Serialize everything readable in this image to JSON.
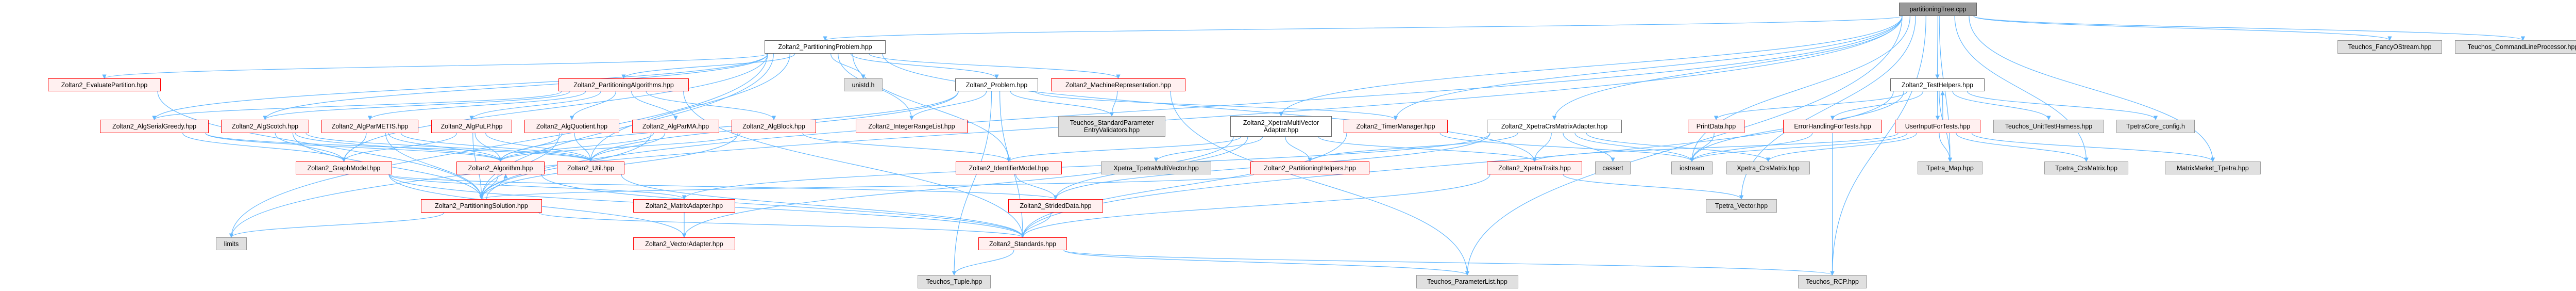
{
  "colors": {
    "edge": "#63B8FF",
    "red_fill": "#FFF0F0",
    "red_border": "#FF0000",
    "gray_fill": "#E0E0E0",
    "root_fill": "#999999"
  },
  "graph": {
    "nodes": [
      {
        "id": "root",
        "label": "partitioningTree.cpp",
        "kind": "root"
      },
      {
        "id": "pp",
        "label": "Zoltan2_PartitioningProblem.hpp",
        "kind": "white"
      },
      {
        "id": "fancy",
        "label": "Teuchos_FancyOStream.hpp",
        "kind": "gray"
      },
      {
        "id": "clp",
        "label": "Teuchos_CommandLineProcessor.hpp",
        "kind": "gray"
      },
      {
        "id": "eval",
        "label": "Zoltan2_EvaluatePartition.hpp",
        "kind": "red"
      },
      {
        "id": "palg",
        "label": "Zoltan2_PartitioningAlgorithms.hpp",
        "kind": "red"
      },
      {
        "id": "unistd",
        "label": "unistd.h",
        "kind": "gray"
      },
      {
        "id": "problem",
        "label": "Zoltan2_Problem.hpp",
        "kind": "white"
      },
      {
        "id": "machine",
        "label": "Zoltan2_MachineRepresentation.hpp",
        "kind": "red"
      },
      {
        "id": "testhelpers",
        "label": "Zoltan2_TestHelpers.hpp",
        "kind": "white"
      },
      {
        "id": "greedy",
        "label": "Zoltan2_AlgSerialGreedy.hpp",
        "kind": "red"
      },
      {
        "id": "scotch",
        "label": "Zoltan2_AlgScotch.hpp",
        "kind": "red"
      },
      {
        "id": "parmetis",
        "label": "Zoltan2_AlgParMETIS.hpp",
        "kind": "red"
      },
      {
        "id": "pulp",
        "label": "Zoltan2_AlgPuLP.hpp",
        "kind": "red"
      },
      {
        "id": "quotient",
        "label": "Zoltan2_AlgQuotient.hpp",
        "kind": "red"
      },
      {
        "id": "parma",
        "label": "Zoltan2_AlgParMA.hpp",
        "kind": "red"
      },
      {
        "id": "block",
        "label": "Zoltan2_AlgBlock.hpp",
        "kind": "red"
      },
      {
        "id": "irl",
        "label": "Zoltan2_IntegerRangeList.hpp",
        "kind": "red"
      },
      {
        "id": "spev",
        "label": "Teuchos_StandardParameter",
        "label2": "EntryValidators.hpp",
        "kind": "gray"
      },
      {
        "id": "xmva",
        "label": "Zoltan2_XpetraMultiVector",
        "label2": "Adapter.hpp",
        "kind": "white"
      },
      {
        "id": "timer",
        "label": "Zoltan2_TimerManager.hpp",
        "kind": "red"
      },
      {
        "id": "xcrs",
        "label": "Zoltan2_XpetraCrsMatrixAdapter.hpp",
        "kind": "white"
      },
      {
        "id": "printdata",
        "label": "PrintData.hpp",
        "kind": "red"
      },
      {
        "id": "ehft",
        "label": "ErrorHandlingForTests.hpp",
        "kind": "red"
      },
      {
        "id": "uift",
        "label": "UserInputForTests.hpp",
        "kind": "red"
      },
      {
        "id": "uth",
        "label": "Teuchos_UnitTestHarness.hpp",
        "kind": "gray"
      },
      {
        "id": "tcc",
        "label": "TpetraCore_config.h",
        "kind": "gray"
      },
      {
        "id": "graphmodel",
        "label": "Zoltan2_GraphModel.hpp",
        "kind": "red"
      },
      {
        "id": "algorithm",
        "label": "Zoltan2_Algorithm.hpp",
        "kind": "red"
      },
      {
        "id": "util",
        "label": "Zoltan2_Util.hpp",
        "kind": "red"
      },
      {
        "id": "idmodel",
        "label": "Zoltan2_IdentifierModel.hpp",
        "kind": "red"
      },
      {
        "id": "xtmv",
        "label": "Xpetra_TpetraMultiVector.hpp",
        "kind": "gray"
      },
      {
        "id": "phelp",
        "label": "Zoltan2_PartitioningHelpers.hpp",
        "kind": "red"
      },
      {
        "id": "xtraits",
        "label": "Zoltan2_XpetraTraits.hpp",
        "kind": "red"
      },
      {
        "id": "cassert",
        "label": "cassert",
        "kind": "gray"
      },
      {
        "id": "iostream",
        "label": "iostream",
        "kind": "gray"
      },
      {
        "id": "xcrsm",
        "label": "Xpetra_CrsMatrix.hpp",
        "kind": "gray"
      },
      {
        "id": "tmap",
        "label": "Tpetra_Map.hpp",
        "kind": "gray"
      },
      {
        "id": "tcrs",
        "label": "Tpetra_CrsMatrix.hpp",
        "kind": "gray"
      },
      {
        "id": "mmt",
        "label": "MatrixMarket_Tpetra.hpp",
        "kind": "gray"
      },
      {
        "id": "psol",
        "label": "Zoltan2_PartitioningSolution.hpp",
        "kind": "red"
      },
      {
        "id": "madapt",
        "label": "Zoltan2_MatrixAdapter.hpp",
        "kind": "red"
      },
      {
        "id": "strided",
        "label": "Zoltan2_StridedData.hpp",
        "kind": "red"
      },
      {
        "id": "tvec",
        "label": "Tpetra_Vector.hpp",
        "kind": "gray"
      },
      {
        "id": "limits",
        "label": "limits",
        "kind": "gray"
      },
      {
        "id": "vadapt",
        "label": "Zoltan2_VectorAdapter.hpp",
        "kind": "red"
      },
      {
        "id": "standards",
        "label": "Zoltan2_Standards.hpp",
        "kind": "red"
      },
      {
        "id": "tuple",
        "label": "Teuchos_Tuple.hpp",
        "kind": "gray"
      },
      {
        "id": "plist",
        "label": "Teuchos_ParameterList.hpp",
        "kind": "gray"
      },
      {
        "id": "rcp",
        "label": "Teuchos_RCP.hpp",
        "kind": "gray"
      }
    ],
    "edges": [
      [
        "root",
        "pp"
      ],
      [
        "root",
        "testhelpers"
      ],
      [
        "root",
        "xcrs"
      ],
      [
        "root",
        "xmva"
      ],
      [
        "root",
        "iostream"
      ],
      [
        "root",
        "plist"
      ],
      [
        "root",
        "rcp"
      ],
      [
        "root",
        "fancy"
      ],
      [
        "root",
        "clp"
      ],
      [
        "root",
        "tcrs"
      ],
      [
        "root",
        "mmt"
      ],
      [
        "root",
        "tvec"
      ],
      [
        "root",
        "tmap"
      ],
      [
        "root",
        "psol"
      ],
      [
        "root",
        "limits"
      ],
      [
        "root",
        "timer"
      ],
      [
        "pp",
        "eval"
      ],
      [
        "pp",
        "palg"
      ],
      [
        "pp",
        "unistd"
      ],
      [
        "pp",
        "problem"
      ],
      [
        "pp",
        "machine"
      ],
      [
        "pp",
        "irl"
      ],
      [
        "pp",
        "graphmodel"
      ],
      [
        "pp",
        "psol"
      ],
      [
        "pp",
        "limits"
      ],
      [
        "pp",
        "greedy"
      ],
      [
        "pp",
        "scotch"
      ],
      [
        "pp",
        "idmodel"
      ],
      [
        "pp",
        "util"
      ],
      [
        "pp",
        "xtraits"
      ],
      [
        "eval",
        "psol"
      ],
      [
        "palg",
        "greedy"
      ],
      [
        "palg",
        "scotch"
      ],
      [
        "palg",
        "parmetis"
      ],
      [
        "palg",
        "pulp"
      ],
      [
        "palg",
        "quotient"
      ],
      [
        "palg",
        "parma"
      ],
      [
        "palg",
        "block"
      ],
      [
        "palg",
        "standards"
      ],
      [
        "greedy",
        "graphmodel"
      ],
      [
        "greedy",
        "algorithm"
      ],
      [
        "greedy",
        "util"
      ],
      [
        "scotch",
        "graphmodel"
      ],
      [
        "scotch",
        "algorithm"
      ],
      [
        "scotch",
        "util"
      ],
      [
        "scotch",
        "psol"
      ],
      [
        "parmetis",
        "graphmodel"
      ],
      [
        "parmetis",
        "algorithm"
      ],
      [
        "parmetis",
        "util"
      ],
      [
        "parmetis",
        "psol"
      ],
      [
        "pulp",
        "graphmodel"
      ],
      [
        "pulp",
        "algorithm"
      ],
      [
        "pulp",
        "util"
      ],
      [
        "pulp",
        "psol"
      ],
      [
        "quotient",
        "algorithm"
      ],
      [
        "quotient",
        "util"
      ],
      [
        "quotient",
        "psol"
      ],
      [
        "parma",
        "algorithm"
      ],
      [
        "parma",
        "util"
      ],
      [
        "parma",
        "psol"
      ],
      [
        "block",
        "algorithm"
      ],
      [
        "block",
        "psol"
      ],
      [
        "block",
        "idmodel"
      ],
      [
        "graphmodel",
        "madapt"
      ],
      [
        "graphmodel",
        "vadapt"
      ],
      [
        "graphmodel",
        "strided"
      ],
      [
        "graphmodel",
        "standards"
      ],
      [
        "algorithm",
        "psol"
      ],
      [
        "psol",
        "algorithm"
      ],
      [
        "algorithm",
        "standards"
      ],
      [
        "psol",
        "limits"
      ],
      [
        "psol",
        "standards"
      ],
      [
        "util",
        "standards"
      ],
      [
        "madapt",
        "vadapt"
      ],
      [
        "problem",
        "irl"
      ],
      [
        "problem",
        "spev"
      ],
      [
        "problem",
        "standards"
      ],
      [
        "problem",
        "tuple"
      ],
      [
        "problem",
        "algorithm"
      ],
      [
        "problem",
        "util"
      ],
      [
        "problem",
        "timer"
      ],
      [
        "machine",
        "spev"
      ],
      [
        "machine",
        "plist"
      ],
      [
        "idmodel",
        "strided"
      ],
      [
        "strided",
        "standards"
      ],
      [
        "standards",
        "tuple"
      ],
      [
        "standards",
        "plist"
      ],
      [
        "standards",
        "rcp"
      ],
      [
        "xmva",
        "xtmv"
      ],
      [
        "xmva",
        "phelp"
      ],
      [
        "xmva",
        "strided"
      ],
      [
        "xmva",
        "xtraits"
      ],
      [
        "xmva",
        "vadapt"
      ],
      [
        "xmva",
        "idmodel"
      ],
      [
        "timer",
        "standards"
      ],
      [
        "timer",
        "iostream"
      ],
      [
        "xcrs",
        "xtraits"
      ],
      [
        "xcrs",
        "cassert"
      ],
      [
        "xcrs",
        "iostream"
      ],
      [
        "xcrs",
        "xcrsm"
      ],
      [
        "xcrs",
        "phelp"
      ],
      [
        "xcrs",
        "madapt"
      ],
      [
        "xcrs",
        "strided"
      ],
      [
        "xtraits",
        "tvec"
      ],
      [
        "xtraits",
        "standards"
      ],
      [
        "phelp",
        "psol"
      ],
      [
        "testhelpers",
        "printdata"
      ],
      [
        "testhelpers",
        "ehft"
      ],
      [
        "testhelpers",
        "uift"
      ],
      [
        "testhelpers",
        "uth"
      ],
      [
        "testhelpers",
        "tcc"
      ],
      [
        "testhelpers",
        "iostream"
      ],
      [
        "testhelpers",
        "tmap"
      ],
      [
        "testhelpers",
        "standards"
      ],
      [
        "uift",
        "testhelpers"
      ],
      [
        "uift",
        "xtraits"
      ],
      [
        "uift",
        "xcrsm"
      ],
      [
        "uift",
        "tmap"
      ],
      [
        "uift",
        "tcrs"
      ],
      [
        "uift",
        "mmt"
      ],
      [
        "uift",
        "iostream"
      ],
      [
        "printdata",
        "iostream"
      ],
      [
        "ehft",
        "iostream"
      ],
      [
        "ehft",
        "rcp"
      ]
    ]
  }
}
